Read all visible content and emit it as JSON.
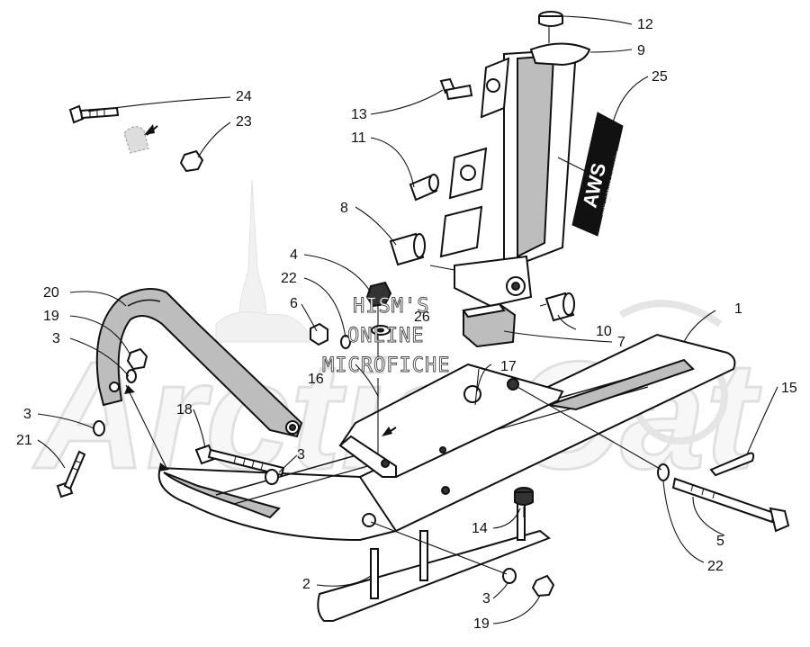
{
  "watermark": {
    "line1": "HISM'S",
    "line2": "ONLINE",
    "line3": "MICROFICHE",
    "logo_text": "Arctic Cat"
  },
  "decal": {
    "text": "AWS",
    "subtext": "arctic wishbone suspension"
  },
  "callouts": {
    "c1": "1",
    "c2": "2",
    "c3a": "3",
    "c3b": "3",
    "c3c": "3",
    "c3d": "3",
    "c4": "4",
    "c5": "5",
    "c6": "6",
    "c7": "7",
    "c8": "8",
    "c9": "9",
    "c10": "10",
    "c11": "11",
    "c12": "12",
    "c13": "13",
    "c14": "14",
    "c15": "15",
    "c16": "16",
    "c17": "17",
    "c18": "18",
    "c19a": "19",
    "c19b": "19",
    "c20": "20",
    "c21": "21",
    "c22a": "22",
    "c22b": "22",
    "c23": "23",
    "c24": "24",
    "c25": "25",
    "c26": "26"
  }
}
